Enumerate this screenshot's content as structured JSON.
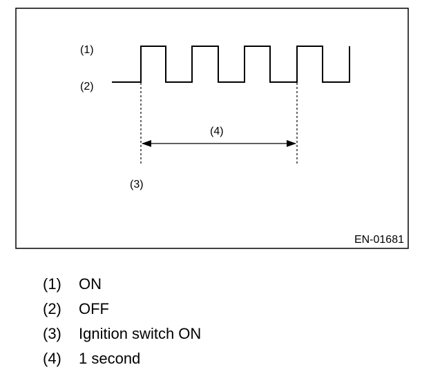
{
  "diagram": {
    "labels": {
      "on": "(1)",
      "off": "(2)",
      "ignition": "(3)",
      "interval": "(4)"
    },
    "figure_id": "EN-01681"
  },
  "legend": [
    {
      "number": "(1)",
      "text": "ON"
    },
    {
      "number": "(2)",
      "text": "OFF"
    },
    {
      "number": "(3)",
      "text": "Ignition switch ON"
    },
    {
      "number": "(4)",
      "text": "1 second"
    }
  ]
}
